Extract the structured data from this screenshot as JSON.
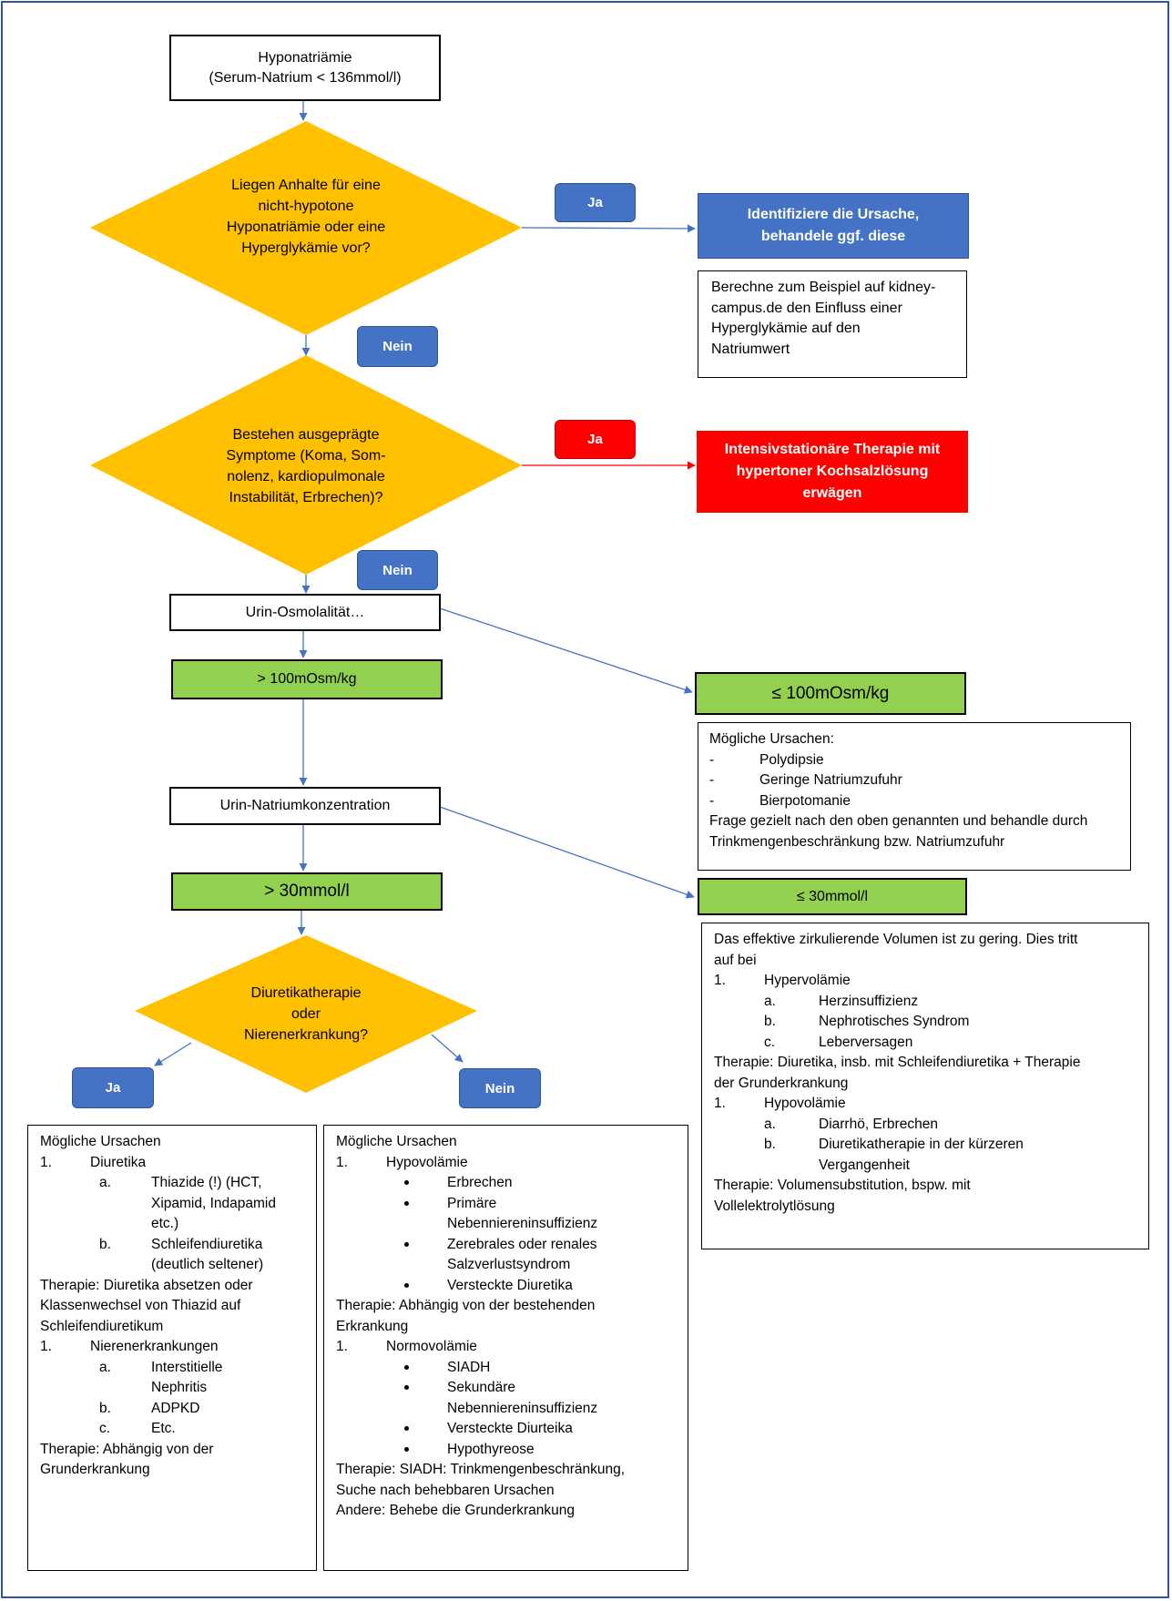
{
  "start": {
    "line1": "Hyponatriämie",
    "line2": "(Serum-Natrium < 136mmol/l)"
  },
  "q1": {
    "lines": [
      "Liegen Anhalte für eine",
      "nicht-hypotone",
      "Hyponatriämie oder eine",
      "Hyperglykämie vor?"
    ],
    "yes": "Ja",
    "no": "Nein",
    "action": [
      "Identifiziere die Ursache,",
      "behandele ggf. diese"
    ],
    "note": [
      "Berechne zum Beispiel  auf kidney-",
      "campus.de den Einfluss  einer",
      "Hyperglykämie auf den",
      "Natriumwert"
    ]
  },
  "q2": {
    "lines": [
      "Bestehen  ausgeprägte",
      "Symptome (Koma, Som-",
      "nolenz, kardiopulmonale",
      "Instabilität, Erbrechen)?"
    ],
    "yes": "Ja",
    "no": "Nein",
    "action": [
      "Intensivstationäre Therapie mit",
      "hypertoner Kochsalzlösung",
      "erwägen"
    ]
  },
  "urine_osm": {
    "title": "Urin-Osmolalität…",
    "high": "> 100mOsm/kg",
    "low": "≤ 100mOsm/kg",
    "low_note": {
      "heading": "Mögliche Ursachen:",
      "items": [
        "Polydipsie",
        "Geringe Natriumzufuhr",
        "Bierpotomanie"
      ],
      "dash": "-",
      "footer": [
        "Frage gezielt nach den oben genannten und behandle durch",
        "Trinkmengenbeschränkung bzw. Natriumzufuhr"
      ]
    }
  },
  "urine_na": {
    "title": "Urin-Natriumkonzentration",
    "high": "> 30mmol/l",
    "low": "≤ 30mmol/l",
    "low_note": {
      "intro": [
        "Das effektive zirkulierende Volumen ist zu gering. Dies tritt",
        "auf bei"
      ],
      "n1": "1.",
      "hyper": "Hypervolämie",
      "hyper_items": [
        [
          "a.",
          "Herzinsuffizienz"
        ],
        [
          "b.",
          "Nephrotisches Syndrom"
        ],
        [
          "c.",
          "Leberversagen"
        ]
      ],
      "hyper_therapy": [
        "Therapie: Diuretika, insb. mit Schleifendiuretika + Therapie",
        "der Grunderkrankung"
      ],
      "n2": "1.",
      "hypo": "Hypovolämie",
      "hypo_items": [
        [
          "a.",
          "Diarrhö, Erbrechen"
        ],
        [
          "b.",
          "Diuretikatherapie in der kürzeren"
        ]
      ],
      "hypo_item_cont": "Vergangenheit",
      "hypo_therapy": [
        "Therapie: Volumensubstitution, bspw. mit",
        "Vollelektrolytlösung"
      ]
    }
  },
  "q3": {
    "lines": [
      "Diuretikatherapie",
      "oder",
      "Nierenerkrankung?"
    ],
    "yes": "Ja",
    "no": "Nein"
  },
  "left_note": {
    "heading": "Mögliche Ursachen",
    "n1": "1.",
    "diu": "Diuretika",
    "a": "a.",
    "a_lines": [
      "Thiazide (!) (HCT,",
      "Xipamid, Indapamid",
      "etc.)"
    ],
    "b": "b.",
    "b_lines": [
      "Schleifendiuretika",
      "(deutlich seltener)"
    ],
    "therapy1": [
      "Therapie: Diuretika absetzen oder",
      "Klassenwechsel von Thiazid auf",
      "Schleifendiuretikum"
    ],
    "n2": "1.",
    "kid": "Nierenerkrankungen",
    "ka": "a.",
    "ka_lines": [
      "Interstitielle",
      "Nephritis"
    ],
    "kb": "b.",
    "kb_text": "ADPKD",
    "kc": "c.",
    "kc_text": "Etc.",
    "therapy2": [
      "Therapie: Abhängig von der",
      "Grunderkrankung"
    ]
  },
  "right_note": {
    "heading": "Mögliche Ursachen",
    "n1": "1.",
    "hypo": "Hypovolämie",
    "hypo_items": [
      [
        "Erbrechen"
      ],
      [
        "Primäre",
        "Nebenniereninsuffizienz"
      ],
      [
        "Zerebrales oder renales",
        "Salzverlustsyndrom"
      ],
      [
        "Versteckte Diuretika"
      ]
    ],
    "therapy1": [
      "Therapie: Abhängig von der bestehenden",
      "Erkrankung"
    ],
    "n2": "1.",
    "normo": "Normovolämie",
    "normo_items": [
      [
        "SIADH"
      ],
      [
        "Sekundäre",
        "Nebenniereninsuffizienz"
      ],
      [
        "Versteckte Diurteika"
      ],
      [
        "Hypothyreose"
      ]
    ],
    "therapy2": [
      "Therapie: SIADH: Trinkmengenbeschränkung,",
      "Suche nach behebbaren Ursachen",
      "Andere: Behebe die Grunderkrankung"
    ]
  },
  "colors": {
    "diamond": "#ffc000",
    "blue": "#4472c4",
    "red": "#ff0000",
    "green": "#92d050",
    "arrow": "#4472c4"
  }
}
